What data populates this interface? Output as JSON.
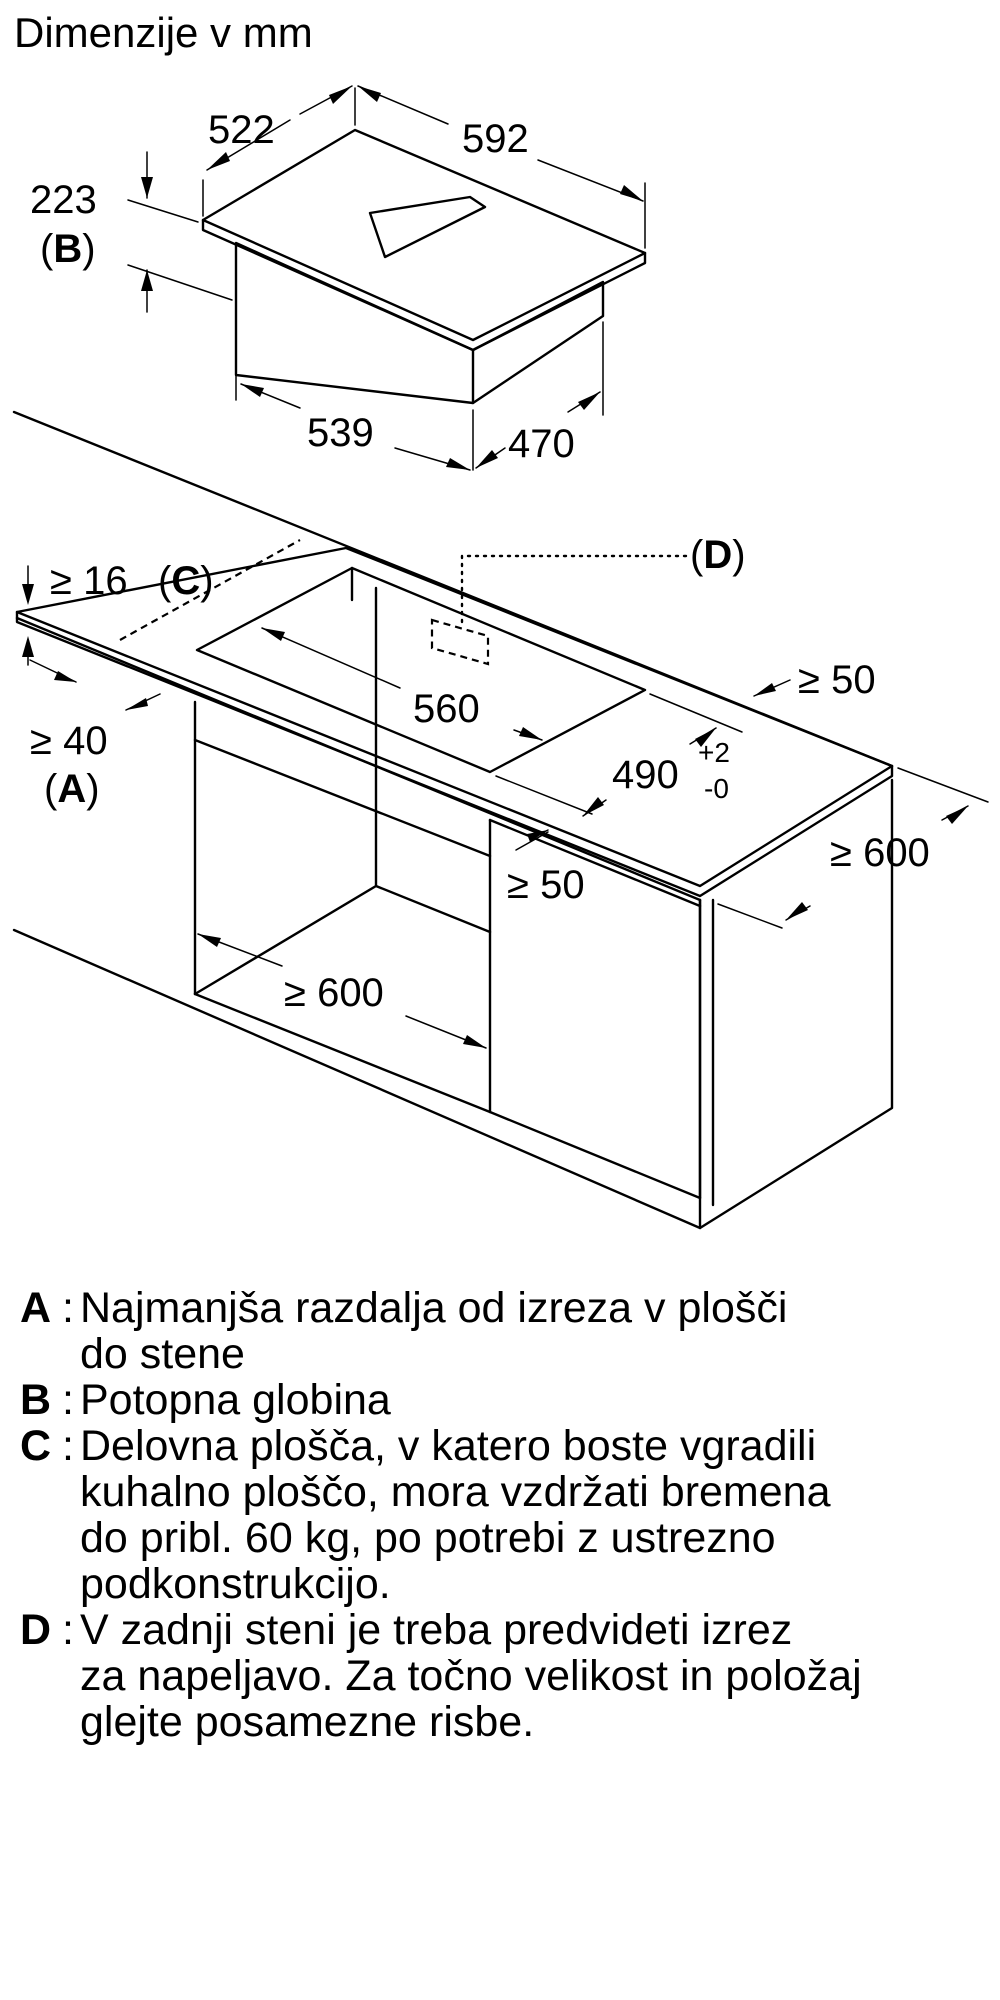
{
  "title": "Dimenzije v mm",
  "dimensions": {
    "top_depth": "522",
    "top_width": "592",
    "height": "223",
    "body_width": "539",
    "body_depth": "470",
    "worktop_thickness": "≥ 16",
    "wall_distance": "≥ 40",
    "cutout_width": "560",
    "cutout_depth": "490",
    "cutout_tol_plus": "+2",
    "cutout_tol_minus": "-0",
    "right_edge": "≥ 50",
    "front_edge": "≥ 50",
    "cabinet_depth": "≥ 600",
    "cabinet_width": "≥ 600"
  },
  "callouts": {
    "A": "A",
    "B": "B",
    "C": "C",
    "D": "D"
  },
  "legend": [
    {
      "key": "A",
      "lines": [
        "Najmanjša razdalja od izreza v plošči",
        "do stene"
      ]
    },
    {
      "key": "B",
      "lines": [
        "Potopna globina"
      ]
    },
    {
      "key": "C",
      "lines": [
        "Delovna plošča, v katero boste vgradili",
        "kuhalno ploščo, mora vzdržati bremena",
        "do pribl. 60 kg, po potrebi z ustrezno",
        "podkonstrukcijo."
      ]
    },
    {
      "key": "D",
      "lines": [
        "V zadnji steni je treba predvideti izrez",
        "za napeljavo. Za točno velikost in položaj",
        "glejte posamezne risbe."
      ]
    }
  ]
}
